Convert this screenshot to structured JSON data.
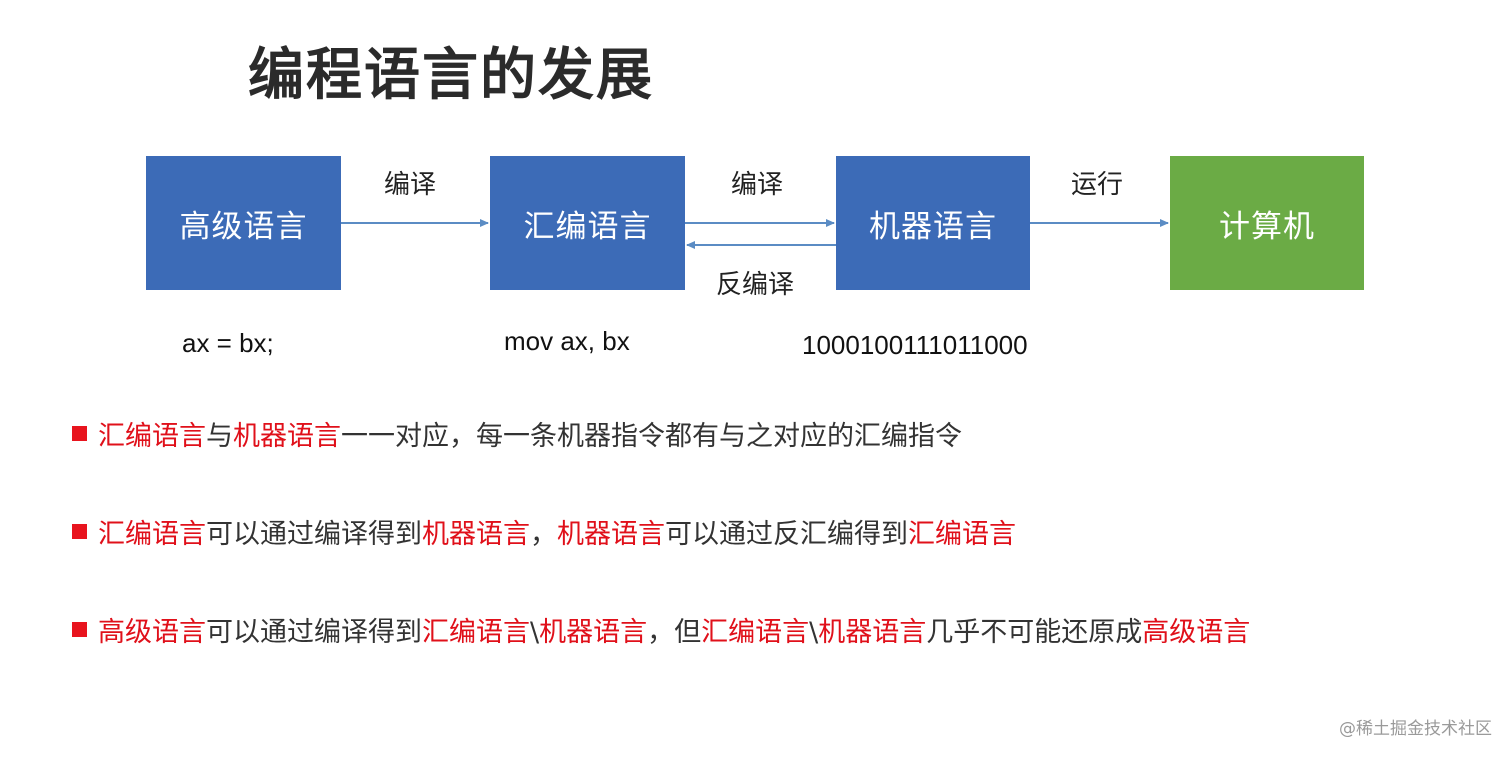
{
  "title": "编程语言的发展",
  "boxes": [
    {
      "label": "高级语言",
      "color": "#3c6bb7"
    },
    {
      "label": "汇编语言",
      "color": "#3c6bb7"
    },
    {
      "label": "机器语言",
      "color": "#3c6bb7"
    },
    {
      "label": "计算机",
      "color": "#6bab45"
    }
  ],
  "arrows": [
    {
      "label": "编译"
    },
    {
      "label": "编译"
    },
    {
      "label": "反编译"
    },
    {
      "label": "运行"
    }
  ],
  "examples": [
    "ax = bx;",
    "mov ax, bx",
    "1000100111011000"
  ],
  "bullets": [
    {
      "segments": [
        {
          "text": "汇编语言",
          "highlight": true
        },
        {
          "text": "与",
          "highlight": false
        },
        {
          "text": "机器语言",
          "highlight": true
        },
        {
          "text": "一一对应，每一条机器指令都有与之对应的汇编指令",
          "highlight": false
        }
      ]
    },
    {
      "segments": [
        {
          "text": "汇编语言",
          "highlight": true
        },
        {
          "text": "可以通过编译得到",
          "highlight": false
        },
        {
          "text": "机器语言",
          "highlight": true
        },
        {
          "text": "，",
          "highlight": false
        },
        {
          "text": "机器语言",
          "highlight": true
        },
        {
          "text": "可以通过反汇编得到",
          "highlight": false
        },
        {
          "text": "汇编语言",
          "highlight": true
        }
      ]
    },
    {
      "segments": [
        {
          "text": "高级语言",
          "highlight": true
        },
        {
          "text": "可以通过编译得到",
          "highlight": false
        },
        {
          "text": "汇编语言",
          "highlight": true
        },
        {
          "text": "\\",
          "highlight": false
        },
        {
          "text": "机器语言",
          "highlight": true
        },
        {
          "text": "，但",
          "highlight": false
        },
        {
          "text": "汇编语言",
          "highlight": true
        },
        {
          "text": "\\",
          "highlight": false
        },
        {
          "text": "机器语言",
          "highlight": true
        },
        {
          "text": "几乎不可能还原成",
          "highlight": false
        },
        {
          "text": "高级语言",
          "highlight": true
        }
      ]
    }
  ],
  "colors": {
    "highlight": "#e0101a",
    "bullet_marker": "#e8141e",
    "arrow": "#5b8cc4"
  },
  "watermark": "@稀土掘金技术社区"
}
